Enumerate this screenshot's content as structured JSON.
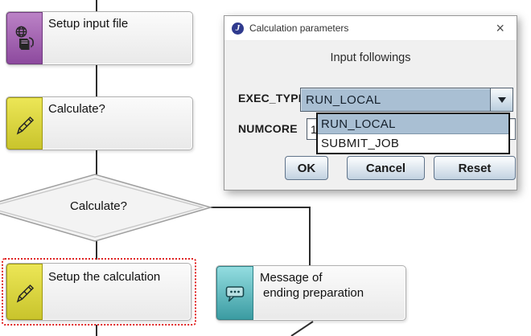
{
  "flowchart": {
    "nodes": {
      "setup_input_file": {
        "label": "Setup input file"
      },
      "calculate_activity": {
        "label": "Calculate?"
      },
      "decision": {
        "label": "Calculate?"
      },
      "setup_calculation": {
        "label": "Setup the calculation",
        "selected": true
      },
      "message": {
        "label_line1": "Message of",
        "label_line2": "ending preparation"
      }
    }
  },
  "dialog": {
    "title": "Calculation parameters",
    "app_icon_glyph": "J",
    "close_glyph": "×",
    "heading": "Input followings",
    "exec_type": {
      "label": "EXEC_TYPE",
      "value": "RUN_LOCAL"
    },
    "numcore": {
      "label": "NUMCORE",
      "value": "1"
    },
    "dropdown": {
      "options": [
        {
          "label": "RUN_LOCAL",
          "selected": true
        },
        {
          "label": "SUBMIT_JOB",
          "selected": false
        }
      ]
    },
    "buttons": {
      "ok": "OK",
      "cancel": "Cancel",
      "reset": "Reset"
    }
  },
  "colors": {
    "combo_highlight": "#a9bfd3",
    "node_purple": "#9a57a9",
    "node_yellow": "#ddd83e",
    "node_teal": "#5bb7bc",
    "selection_red": "#e02424",
    "connector": "#2e2e2e"
  }
}
